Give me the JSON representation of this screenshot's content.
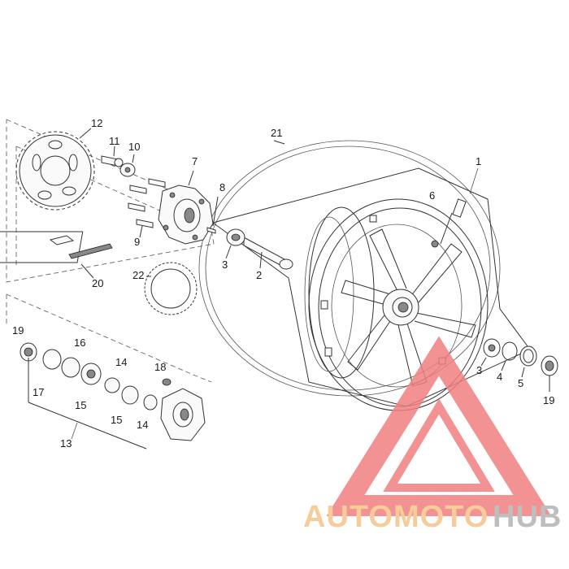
{
  "callouts": {
    "c1": "1",
    "c2": "2",
    "c3a": "3",
    "c3b": "3",
    "c4": "4",
    "c5": "5",
    "c6": "6",
    "c7": "7",
    "c8": "8",
    "c9": "9",
    "c10": "10",
    "c11": "11",
    "c12": "12",
    "c13": "13",
    "c14a": "14",
    "c14b": "14",
    "c15a": "15",
    "c15b": "15",
    "c16": "16",
    "c17": "17",
    "c18": "18",
    "c19a": "19",
    "c19b": "19",
    "c20": "20",
    "c21": "21",
    "c22": "22"
  },
  "watermark": {
    "text_part1": "AUTOMOTO",
    "text_part2": "HUB",
    "color_primary": "#f08080",
    "color_text1": "#f5c48a",
    "color_text2": "#b3b3b3"
  }
}
